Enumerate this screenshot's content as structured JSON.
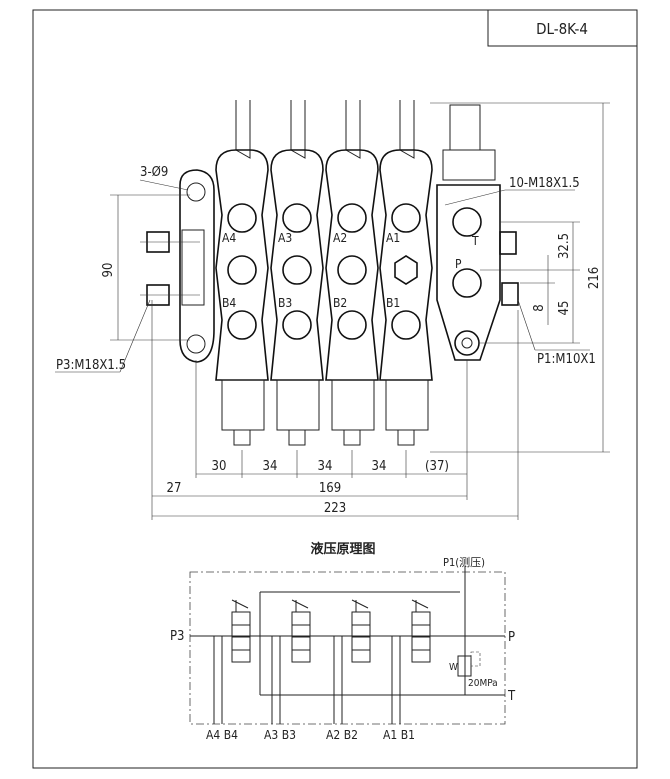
{
  "title_block": {
    "model": "DL-8K-4"
  },
  "drawing": {
    "port_labels": {
      "A4": "A4",
      "A3": "A3",
      "A2": "A2",
      "A1": "A1",
      "B4": "B4",
      "B3": "B3",
      "B2": "B2",
      "B1": "B1",
      "P": "P",
      "T": "T"
    },
    "callouts": {
      "mount_holes": "3-Ø9",
      "ports": "10-M18X1.5",
      "p3": "P3:M18X1.5",
      "p1": "P1:M10X1"
    },
    "dimensions": {
      "height_left": "90",
      "height_total": "216",
      "t_offset": "32.5",
      "p_offset": "45",
      "p1_offset": "8",
      "bottom_row1": [
        "30",
        "34",
        "34",
        "34",
        "(37)"
      ],
      "left_margin": "27",
      "inner_width": "169",
      "total_width": "223"
    }
  },
  "schematic": {
    "title": "液压原理图",
    "p1_label": "P1(测压)",
    "p3_label": "P3",
    "p_label": "P",
    "t_label": "T",
    "relief_label": "W",
    "pressure": "20MPa",
    "bottom_labels": [
      "A4 B4",
      "A3 B3",
      "A2 B2",
      "A1 B1"
    ]
  }
}
